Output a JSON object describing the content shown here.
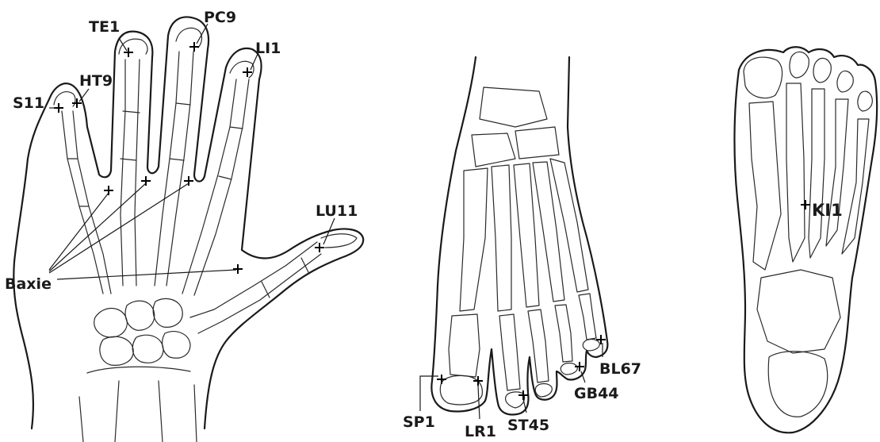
{
  "figure": {
    "hand": {
      "labels": {
        "te1": "TE1",
        "pc9": "PC9",
        "li1": "LI1",
        "ht9": "HT9",
        "s11": "S11",
        "lu11": "LU11",
        "baxie": "Baxie"
      }
    },
    "foot_dorsal": {
      "labels": {
        "bl67": "BL67",
        "gb44": "GB44",
        "sp1": "SP1",
        "lr1": "LR1",
        "st45": "ST45"
      }
    },
    "foot_sole": {
      "labels": {
        "ki1": "KI1"
      }
    },
    "colors": {
      "line": "#1a1a1a",
      "background": "#ffffff"
    }
  }
}
